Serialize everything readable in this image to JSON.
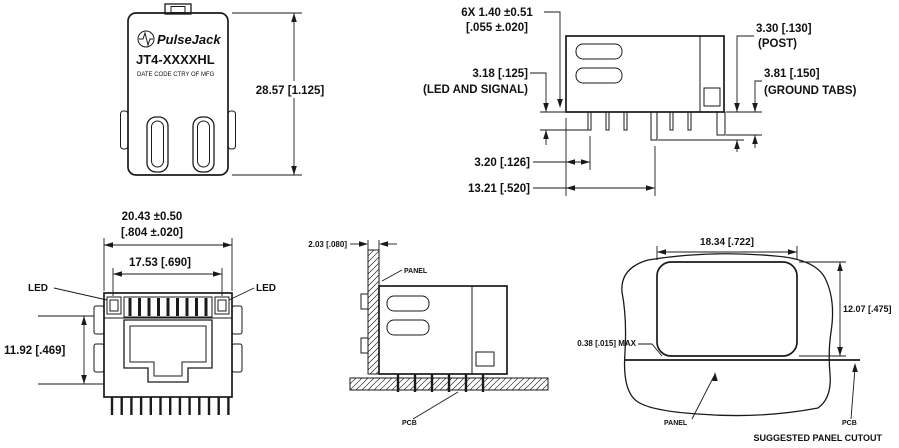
{
  "drawing": {
    "front_view": {
      "brand": "PulseJack",
      "part_number": "JT4-XXXXHL",
      "mfg_line": "DATE CODE  CTRY OF MFG",
      "dim_height": "28.57 [1.125]"
    },
    "side_view": {
      "dim_pin_width": "6X 1.40 ±0.51",
      "dim_pin_width_inches": "[.055 ±.020]",
      "dim_led_signal": "3.18 [.125]",
      "note_led_signal": "(LED AND SIGNAL)",
      "dim_post": "3.30 [.130]",
      "note_post": "(POST)",
      "dim_ground_tabs": "3.81 [.150]",
      "note_ground_tabs": "(GROUND TABS)",
      "dim_pin_offset": "3.20 [.126]",
      "dim_post_offset": "13.21 [.520]"
    },
    "jack_view": {
      "dim_overall_width": "20.43 ±0.50",
      "dim_overall_width_inches": "[.804 ±.020]",
      "dim_inner_width": "17.53 [.690]",
      "led_left": "LED",
      "led_right": "LED",
      "dim_jack_height": "11.92 [.469]"
    },
    "panel_mount_view": {
      "dim_panel_thickness": "2.03 [.080]",
      "panel_label": "PANEL",
      "pcb_label": "PCB"
    },
    "cutout_view": {
      "dim_cutout_width": "18.34 [.722]",
      "dim_cutout_height": "12.07 [.475]",
      "dim_pcb_gap": "0.38 [.015] MAX",
      "panel_label": "PANEL",
      "pcb_label": "PCB",
      "caption": "SUGGESTED PANEL CUTOUT"
    },
    "colors": {
      "line": "#1a1a1a",
      "background": "#ffffff"
    }
  }
}
